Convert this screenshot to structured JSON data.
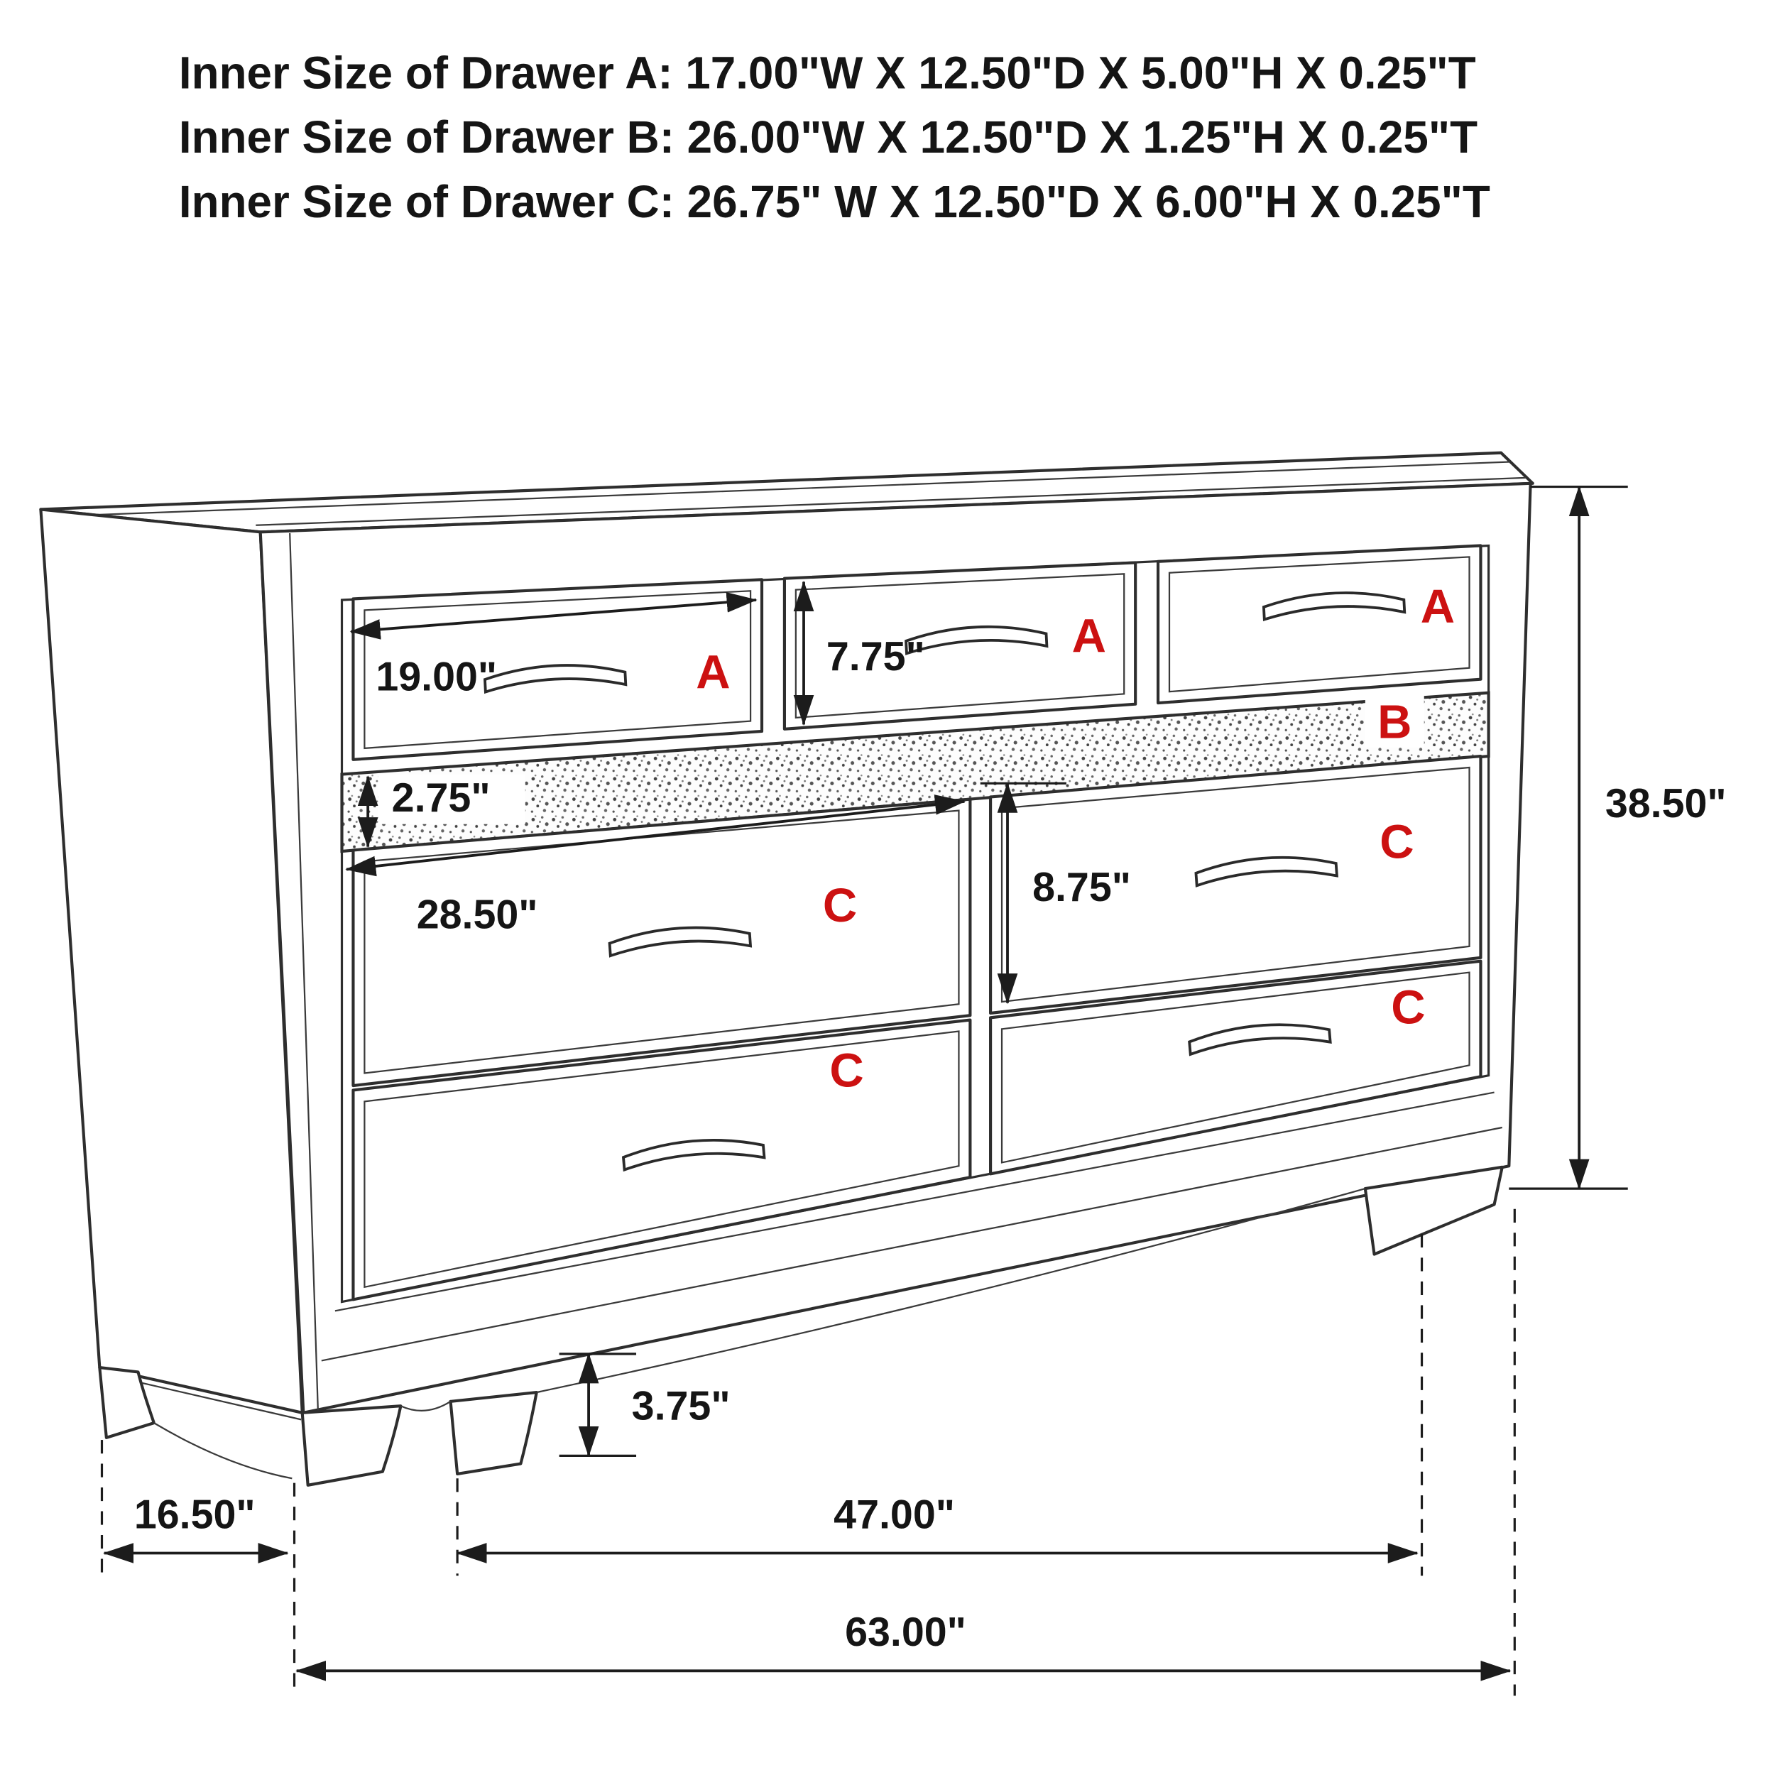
{
  "header": {
    "line1": "Inner Size of Drawer A: 17.00\"W X 12.50\"D X 5.00\"H X 0.25\"T",
    "line2": "Inner Size of Drawer B: 26.00\"W X 12.50\"D X 1.25\"H X 0.25\"T",
    "line3": "Inner Size of Drawer C: 26.75\" W X 12.50\"D X 6.00\"H X 0.25\"T"
  },
  "drawer_labels": {
    "a1": "A",
    "a2": "A",
    "a3": "A",
    "b": "B",
    "c_left_top": "C",
    "c_right_top": "C",
    "c_left_bottom": "C",
    "c_right_bottom": "C"
  },
  "dimensions": {
    "a_width": "19.00\"",
    "a_height": "7.75\"",
    "b_height": "2.75\"",
    "c_width": "28.50\"",
    "c_height": "8.75\"",
    "overall_height": "38.50\"",
    "foot_height": "3.75\"",
    "depth": "16.50\"",
    "feet_span": "47.00\"",
    "overall_width": "63.00\""
  },
  "colors": {
    "label_red": "#cc1111",
    "line": "#2e2e2e",
    "text": "#151515"
  }
}
